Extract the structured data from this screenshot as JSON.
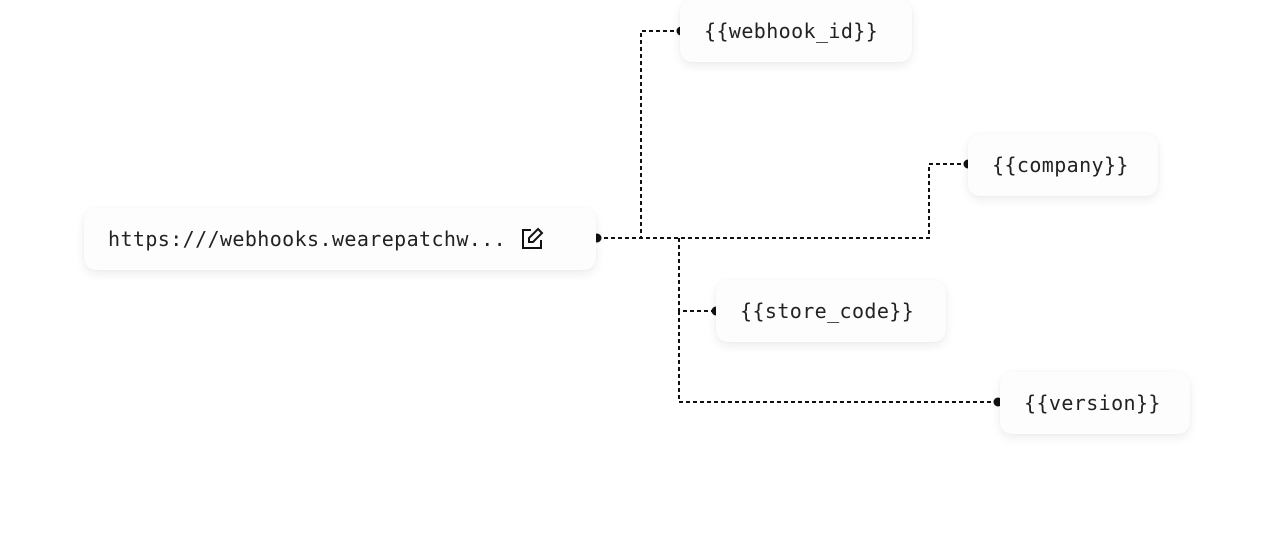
{
  "source": {
    "label": "https:///webhooks.wearepatchw...",
    "action_icon": "edit-icon"
  },
  "variables": [
    {
      "label": "{{webhook_id}}"
    },
    {
      "label": "{{company}}"
    },
    {
      "label": "{{store_code}}"
    },
    {
      "label": "{{version}}"
    }
  ],
  "colors": {
    "line": "#111111",
    "node_bg": "#fdfdfd"
  }
}
